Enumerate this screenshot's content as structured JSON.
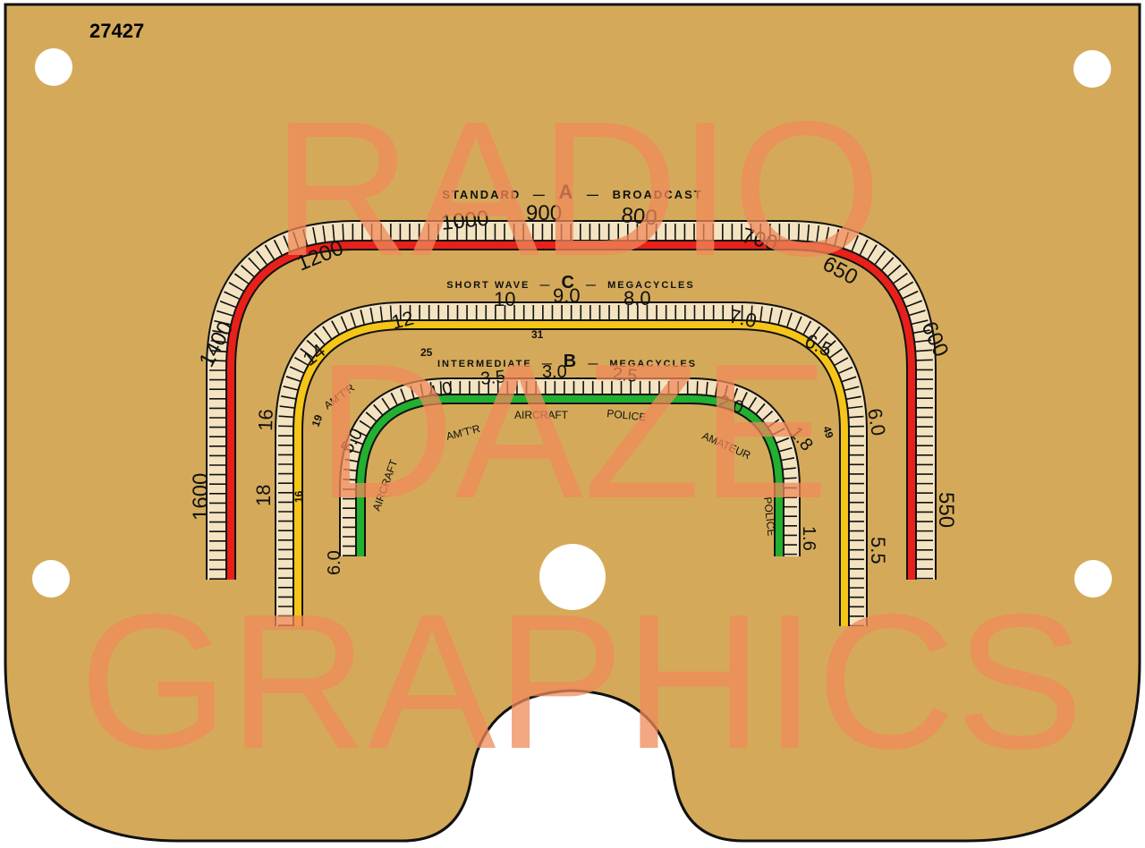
{
  "part_number": "27427",
  "watermark": {
    "line1": "RADIO",
    "line2": "DAZE",
    "line3": "GRAPHICS"
  },
  "colors": {
    "plate": "#d4aa5a",
    "outline": "#111111",
    "band_a": "#e8201a",
    "band_c": "#f5c518",
    "band_b": "#22b030",
    "watermark": "#f08a5a",
    "accent_red": "#c0392b"
  },
  "bands": {
    "a": {
      "title_left": "STANDARD",
      "letter": "A",
      "title_right": "BROADCAST",
      "dash": "—",
      "labels": [
        "1600",
        "1400",
        "1200",
        "1000",
        "900",
        "800",
        "700",
        "650",
        "600",
        "550"
      ]
    },
    "c": {
      "title_left": "SHORT WAVE",
      "letter": "C",
      "title_right": "MEGACYCLES",
      "dash": "—",
      "labels": [
        "18",
        "16",
        "14",
        "12",
        "10",
        "9.0",
        "8.0",
        "7.0",
        "6.5",
        "6.0",
        "5.5"
      ],
      "markers": [
        "16",
        "19",
        "25",
        "31",
        "49"
      ],
      "service": [
        "AM'T'R"
      ]
    },
    "b": {
      "title_left": "INTERMEDIATE",
      "letter": "B",
      "title_right": "MEGACYCLES",
      "dash": "—",
      "labels": [
        "6.0",
        "5.0",
        "4.0",
        "3.5",
        "3.0",
        "2.5",
        "2.0",
        "1.8",
        "1.6"
      ],
      "service": [
        "AIRCRAFT",
        "AM'T'R",
        "AIRCRAFT",
        "POLICE",
        "AMATEUR",
        "POLICE"
      ]
    }
  }
}
